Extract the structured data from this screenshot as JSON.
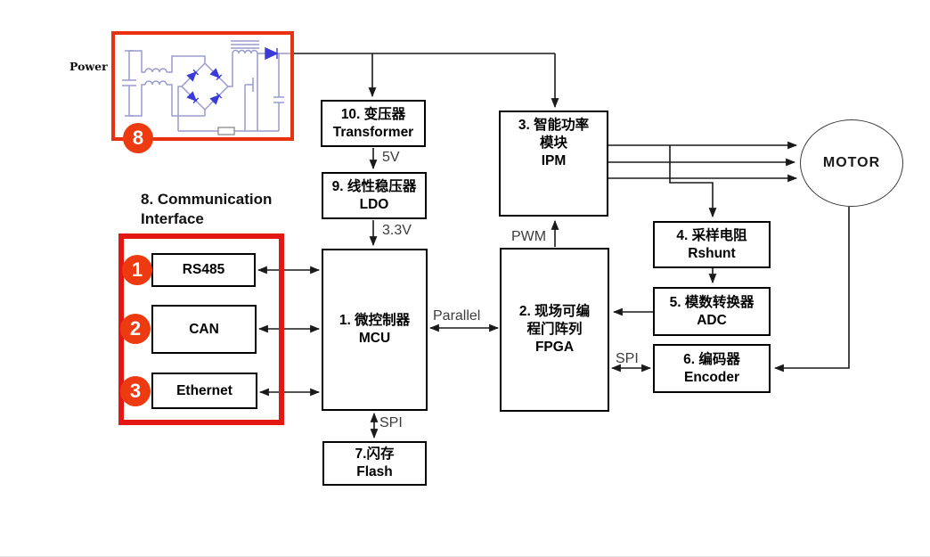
{
  "colors": {
    "frame_red": "#e31812",
    "badge_red": "#ee3a10",
    "circuit_line": "#9a9bce",
    "diode_blue": "#3a3ad6",
    "connector_black": "#1a1a1a"
  },
  "power": {
    "label": "Power",
    "badge": "8"
  },
  "comm": {
    "title_line1": "8. Communication",
    "title_line2": "Interface",
    "items": [
      {
        "badge": "1",
        "label": "RS485"
      },
      {
        "badge": "2",
        "label": "CAN"
      },
      {
        "badge": "3",
        "label": "Ethernet"
      }
    ]
  },
  "blocks": {
    "transformer": {
      "line1": "10. 变压器",
      "line2": "Transformer"
    },
    "ldo": {
      "line1": "9. 线性稳压器",
      "line2": "LDO"
    },
    "mcu": {
      "line1": "1. 微控制器",
      "line2": "MCU"
    },
    "fpga": {
      "line1": "2. 现场可编",
      "line2": "程门阵列",
      "line3": "FPGA"
    },
    "ipm": {
      "line1": "3. 智能功率",
      "line2": "模块",
      "line3": "IPM"
    },
    "rshunt": {
      "line1": "4. 采样电阻",
      "line2": "Rshunt"
    },
    "adc": {
      "line1": "5. 模数转换器",
      "line2": "ADC"
    },
    "encoder": {
      "line1": "6. 编码器",
      "line2": "Encoder"
    },
    "flash": {
      "line1": "7.闪存",
      "line2": "Flash"
    },
    "motor": {
      "label": "MOTOR"
    }
  },
  "connection_labels": {
    "transformer_to_ldo": "5V",
    "ldo_to_mcu": "3.3V",
    "fpga_to_ipm": "PWM",
    "mcu_to_fpga": "Parallel",
    "mcu_to_flash": "SPI",
    "fpga_to_encoder": "SPI"
  }
}
